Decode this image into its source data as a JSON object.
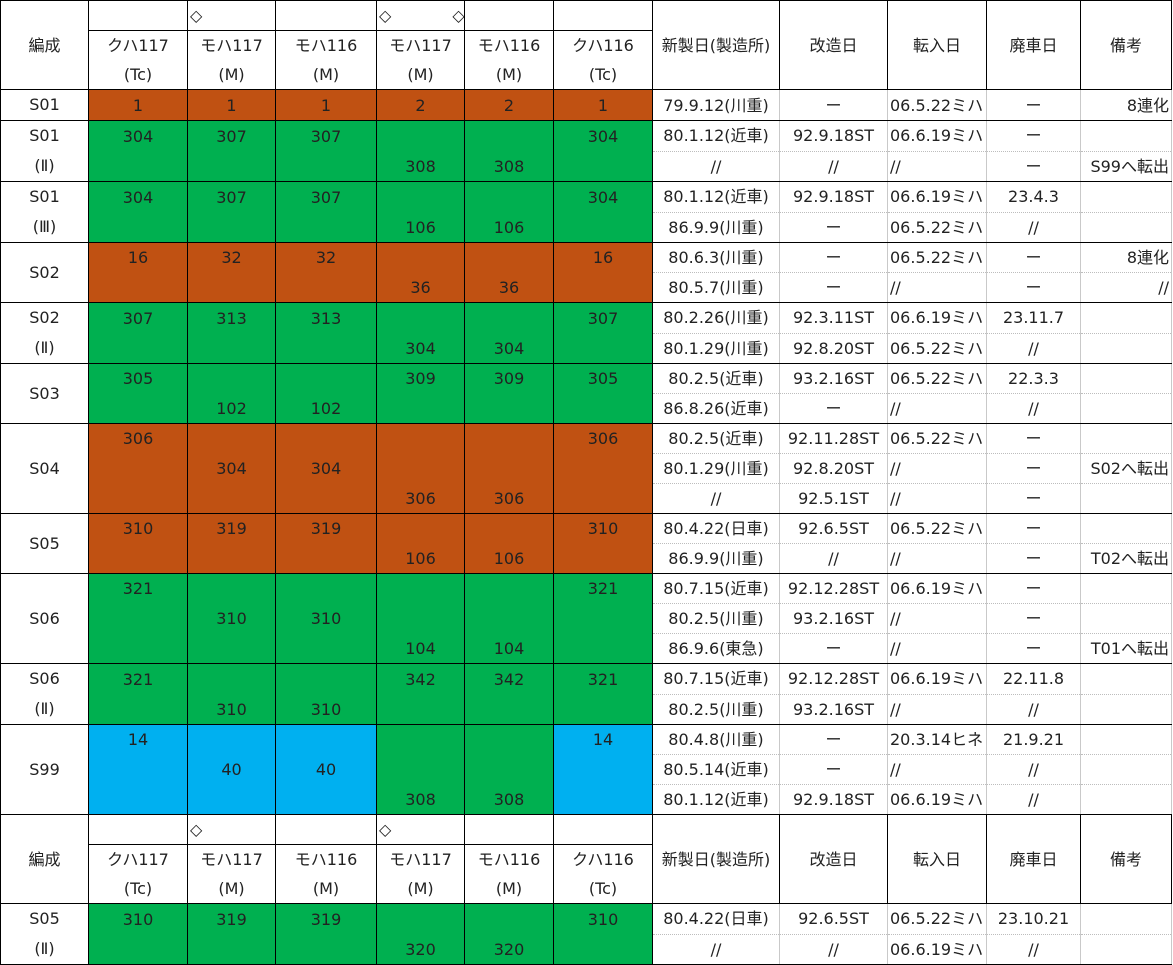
{
  "sections": [
    {
      "header": {
        "formation_label": "編成",
        "cars": [
          {
            "type": "クハ117",
            "code": "(Tc)",
            "diamond": ""
          },
          {
            "type": "モハ117",
            "code": "(M)",
            "diamond": "◇"
          },
          {
            "type": "モハ116",
            "code": "(M)",
            "diamond": ""
          },
          {
            "type": "モハ117",
            "code": "(M)",
            "diamond": "◇ ◇"
          },
          {
            "type": "モハ116",
            "code": "(M)",
            "diamond": ""
          },
          {
            "type": "クハ116",
            "code": "(Tc)",
            "diamond": ""
          }
        ],
        "columns": [
          "新製日(製造所)",
          "改造日",
          "転入日",
          "廃車日",
          "備考"
        ]
      },
      "formations": [
        {
          "name": "S01",
          "sub": "",
          "color": "org",
          "cars": [
            [
              "1"
            ],
            [
              "1"
            ],
            [
              "1"
            ],
            [
              "2"
            ],
            [
              "2"
            ],
            [
              "1"
            ]
          ],
          "rows": [
            [
              "79.9.12(川重)",
              "ー",
              "06.5.22ミハ",
              "ー",
              "8連化"
            ]
          ]
        },
        {
          "name": "S01",
          "sub": "(Ⅱ)",
          "color": "grn",
          "cars": [
            [
              "304",
              ""
            ],
            [
              "307",
              ""
            ],
            [
              "307",
              ""
            ],
            [
              "",
              "308"
            ],
            [
              "",
              "308"
            ],
            [
              "304",
              ""
            ]
          ],
          "rows": [
            [
              "80.1.12(近車)",
              "92.9.18ST",
              "06.6.19ミハ",
              "ー",
              ""
            ],
            [
              "//",
              "//",
              "//",
              "ー",
              "S99へ転出"
            ]
          ]
        },
        {
          "name": "S01",
          "sub": "(Ⅲ)",
          "color": "grn",
          "cars": [
            [
              "304",
              ""
            ],
            [
              "307",
              ""
            ],
            [
              "307",
              ""
            ],
            [
              "",
              "106"
            ],
            [
              "",
              "106"
            ],
            [
              "304",
              ""
            ]
          ],
          "rows": [
            [
              "80.1.12(近車)",
              "92.9.18ST",
              "06.6.19ミハ",
              "23.4.3",
              ""
            ],
            [
              "86.9.9(川重)",
              "ー",
              "06.5.22ミハ",
              "//",
              ""
            ]
          ]
        },
        {
          "name": "S02",
          "sub": "",
          "color": "org",
          "cars": [
            [
              "16",
              ""
            ],
            [
              "32",
              ""
            ],
            [
              "32",
              ""
            ],
            [
              "",
              "36"
            ],
            [
              "",
              "36"
            ],
            [
              "16",
              ""
            ]
          ],
          "rows": [
            [
              "80.6.3(川重)",
              "ー",
              "06.5.22ミハ",
              "ー",
              "8連化"
            ],
            [
              "80.5.7(川重)",
              "ー",
              "//",
              "ー",
              "//"
            ]
          ]
        },
        {
          "name": "S02",
          "sub": "(Ⅱ)",
          "color": "grn",
          "cars": [
            [
              "307",
              ""
            ],
            [
              "313",
              ""
            ],
            [
              "313",
              ""
            ],
            [
              "",
              "304"
            ],
            [
              "",
              "304"
            ],
            [
              "307",
              ""
            ]
          ],
          "rows": [
            [
              "80.2.26(川重)",
              "92.3.11ST",
              "06.6.19ミハ",
              "23.11.7",
              ""
            ],
            [
              "80.1.29(川重)",
              "92.8.20ST",
              "06.5.22ミハ",
              "//",
              ""
            ]
          ]
        },
        {
          "name": "S03",
          "sub": "",
          "color": "grn",
          "cars": [
            [
              "305",
              ""
            ],
            [
              "",
              "102"
            ],
            [
              "",
              "102"
            ],
            [
              "309",
              ""
            ],
            [
              "309",
              ""
            ],
            [
              "305",
              ""
            ]
          ],
          "rows": [
            [
              "80.2.5(近車)",
              "93.2.16ST",
              "06.5.22ミハ",
              "22.3.3",
              ""
            ],
            [
              "86.8.26(近車)",
              "ー",
              "//",
              "//",
              ""
            ]
          ]
        },
        {
          "name": "S04",
          "sub": "",
          "color": "org",
          "cars": [
            [
              "306",
              "",
              ""
            ],
            [
              "",
              "304",
              ""
            ],
            [
              "",
              "304",
              ""
            ],
            [
              "",
              "",
              "306"
            ],
            [
              "",
              "",
              "306"
            ],
            [
              "306",
              "",
              ""
            ]
          ],
          "rows": [
            [
              "80.2.5(近車)",
              "92.11.28ST",
              "06.5.22ミハ",
              "ー",
              ""
            ],
            [
              "80.1.29(川重)",
              "92.8.20ST",
              "//",
              "ー",
              "S02へ転出"
            ],
            [
              "//",
              "92.5.1ST",
              "//",
              "ー",
              ""
            ]
          ]
        },
        {
          "name": "S05",
          "sub": "",
          "color": "org",
          "cars": [
            [
              "310",
              ""
            ],
            [
              "319",
              ""
            ],
            [
              "319",
              ""
            ],
            [
              "",
              "106"
            ],
            [
              "",
              "106"
            ],
            [
              "310",
              ""
            ]
          ],
          "rows": [
            [
              "80.4.22(日車)",
              "92.6.5ST",
              "06.5.22ミハ",
              "ー",
              ""
            ],
            [
              "86.9.9(川重)",
              "//",
              "//",
              "ー",
              "T02へ転出"
            ]
          ]
        },
        {
          "name": "S06",
          "sub": "",
          "color": "grn",
          "cars": [
            [
              "321",
              "",
              ""
            ],
            [
              "",
              "310",
              ""
            ],
            [
              "",
              "310",
              ""
            ],
            [
              "",
              "",
              "104"
            ],
            [
              "",
              "",
              "104"
            ],
            [
              "321",
              "",
              ""
            ]
          ],
          "rows": [
            [
              "80.7.15(近車)",
              "92.12.28ST",
              "06.6.19ミハ",
              "ー",
              ""
            ],
            [
              "80.2.5(川重)",
              "93.2.16ST",
              "//",
              "ー",
              ""
            ],
            [
              "86.9.6(東急)",
              "ー",
              "//",
              "ー",
              "T01へ転出"
            ]
          ]
        },
        {
          "name": "S06",
          "sub": "(Ⅱ)",
          "color": "grn",
          "cars": [
            [
              "321",
              ""
            ],
            [
              "",
              "310"
            ],
            [
              "",
              "310"
            ],
            [
              "342",
              ""
            ],
            [
              "342",
              ""
            ],
            [
              "321",
              ""
            ]
          ],
          "rows": [
            [
              "80.7.15(近車)",
              "92.12.28ST",
              "06.6.19ミハ",
              "22.11.8",
              ""
            ],
            [
              "80.2.5(川重)",
              "93.2.16ST",
              "//",
              "//",
              ""
            ]
          ]
        },
        {
          "name": "S99",
          "sub": "",
          "colors": [
            "blu",
            "blu",
            "blu",
            "grn",
            "grn",
            "blu"
          ],
          "cars": [
            [
              "14",
              "",
              ""
            ],
            [
              "",
              "40",
              ""
            ],
            [
              "",
              "40",
              ""
            ],
            [
              "",
              "",
              "308"
            ],
            [
              "",
              "",
              "308"
            ],
            [
              "14",
              "",
              ""
            ]
          ],
          "rows": [
            [
              "80.4.8(川重)",
              "ー",
              "20.3.14ヒネ",
              "21.9.21",
              ""
            ],
            [
              "80.5.14(近車)",
              "ー",
              "//",
              "//",
              ""
            ],
            [
              "80.1.12(近車)",
              "92.9.18ST",
              "06.6.19ミハ",
              "//",
              ""
            ]
          ]
        }
      ]
    },
    {
      "header": {
        "formation_label": "編成",
        "cars": [
          {
            "type": "クハ117",
            "code": "(Tc)",
            "diamond": ""
          },
          {
            "type": "モハ117",
            "code": "(M)",
            "diamond": "◇"
          },
          {
            "type": "モハ116",
            "code": "(M)",
            "diamond": ""
          },
          {
            "type": "モハ117",
            "code": "(M)",
            "diamond": "◇"
          },
          {
            "type": "モハ116",
            "code": "(M)",
            "diamond": ""
          },
          {
            "type": "クハ116",
            "code": "(Tc)",
            "diamond": ""
          }
        ],
        "columns": [
          "新製日(製造所)",
          "改造日",
          "転入日",
          "廃車日",
          "備考"
        ]
      },
      "formations": [
        {
          "name": "S05",
          "sub": "(Ⅱ)",
          "color": "grn",
          "cars": [
            [
              "310",
              ""
            ],
            [
              "319",
              ""
            ],
            [
              "319",
              ""
            ],
            [
              "",
              "320"
            ],
            [
              "",
              "320"
            ],
            [
              "310",
              ""
            ]
          ],
          "rows": [
            [
              "80.4.22(日車)",
              "92.6.5ST",
              "06.5.22ミハ",
              "23.10.21",
              ""
            ],
            [
              "//",
              "//",
              "06.6.19ミハ",
              "//",
              ""
            ]
          ]
        }
      ]
    }
  ]
}
